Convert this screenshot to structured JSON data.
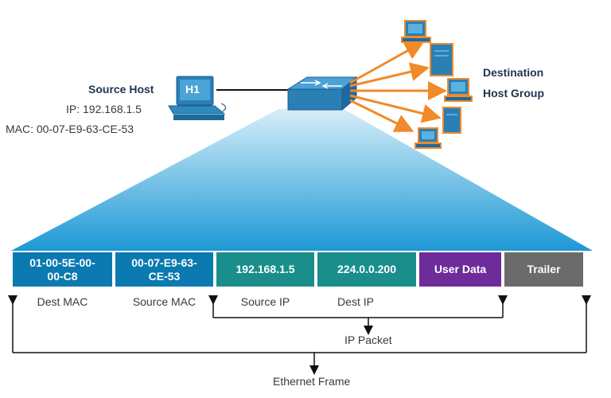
{
  "source": {
    "title": "Source Host",
    "badge": "H1",
    "ip_line": "IP: 192.168.1.5",
    "mac_line": "MAC: 00-07-E9-63-CE-53"
  },
  "destination": {
    "line1": "Destination",
    "line2": "Host Group"
  },
  "frame_fields": [
    {
      "label": "01-00-5E-00-\n00-C8",
      "caption": "Dest MAC",
      "color": "#0b7ab0"
    },
    {
      "label": "00-07-E9-63-\nCE-53",
      "caption": "Source MAC",
      "color": "#0b7ab0"
    },
    {
      "label": "192.168.1.5",
      "caption": "Source IP",
      "color": "#1a8e8a"
    },
    {
      "label": "224.0.0.200",
      "caption": "Dest IP",
      "color": "#1a8e8a"
    },
    {
      "label": "User Data",
      "caption": "",
      "color": "#6e2c9b"
    },
    {
      "label": "Trailer",
      "caption": "",
      "color": "#6b6b6b"
    }
  ],
  "brackets": {
    "ip_packet": "IP Packet",
    "ethernet_frame": "Ethernet Frame"
  },
  "colors": {
    "arrow": "#f08a2a",
    "device": "#2a7fb5",
    "beam_top": "#cfeaf8",
    "beam_bottom": "#1e9ad6"
  }
}
